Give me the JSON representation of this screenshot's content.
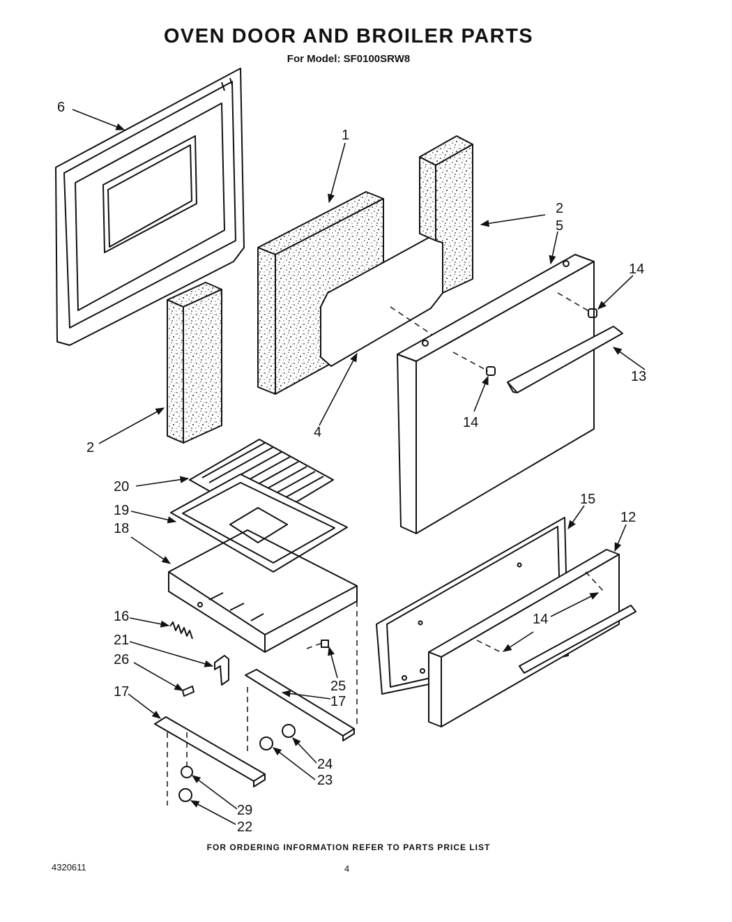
{
  "header": {
    "title": "OVEN DOOR AND BROILER PARTS",
    "subtitle": "For Model: SF0100SRW8"
  },
  "callouts": {
    "p1": "1",
    "p2a": "2",
    "p2b": "2",
    "p4": "4",
    "p5": "5",
    "p6": "6",
    "p12": "12",
    "p13": "13",
    "p14a": "14",
    "p14b": "14",
    "p14c": "14",
    "p15": "15",
    "p16": "16",
    "p17a": "17",
    "p17b": "17",
    "p18": "18",
    "p19": "19",
    "p20": "20",
    "p21": "21",
    "p22": "22",
    "p23": "23",
    "p24": "24",
    "p25": "25",
    "p26": "26",
    "p29": "29"
  },
  "footer": {
    "ordering_note": "FOR ORDERING INFORMATION REFER TO PARTS PRICE LIST",
    "doc_number": "4320611",
    "page_number": "4"
  }
}
